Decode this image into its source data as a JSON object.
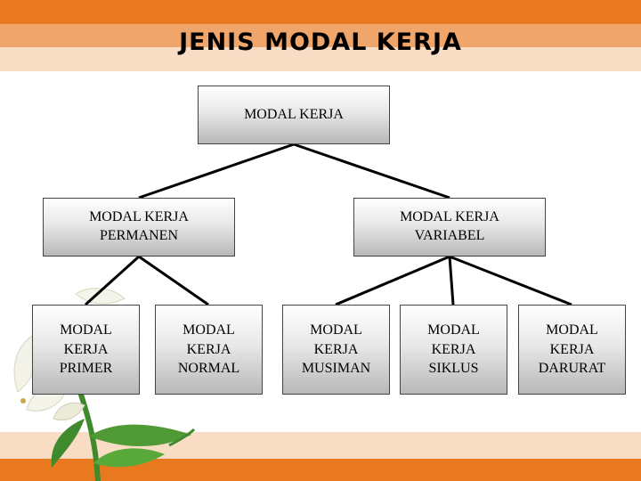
{
  "title": "JENIS MODAL KERJA",
  "diagram": {
    "root": "MODAL KERJA",
    "level2": {
      "permanen": "MODAL KERJA\nPERMANEN",
      "variabel": "MODAL KERJA\nVARIABEL"
    },
    "level3": {
      "primer": "MODAL\nKERJA\nPRIMER",
      "normal": "MODAL\nKERJA\nNORMAL",
      "musiman": "MODAL\nKERJA\nMUSIMAN",
      "siklus": "MODAL\nKERJA\nSIKLUS",
      "darurat": "MODAL\nKERJA\nDARURAT"
    }
  },
  "colors": {
    "band_dark": "#e8791f",
    "band_mid": "#f0a66a",
    "band_light": "#f8dcc4",
    "leaf_green": "#3f8a2c"
  }
}
